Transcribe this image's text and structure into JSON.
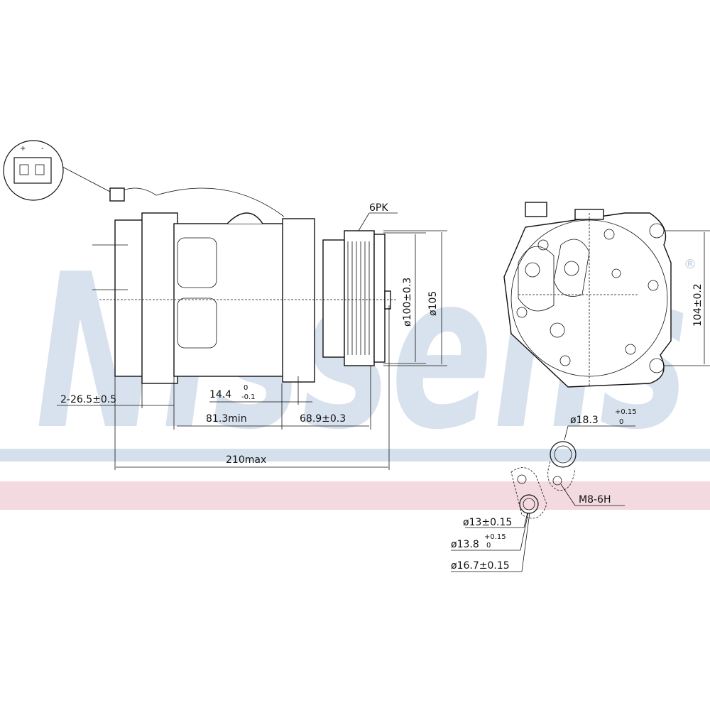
{
  "watermark": {
    "brand": "Nissens",
    "registered": "®",
    "band_color_blue": "#d4e0ec",
    "band_color_pink": "#f3d9e0",
    "text_color": "#d7e2ee"
  },
  "connector": {
    "plus": "+",
    "minus": "-"
  },
  "labels": {
    "belt": "6PK",
    "pulley_diameter": "ø100±0.3",
    "body_diameter": "ø105",
    "mount_spacing": "104±0.2",
    "mount_holes": "2-26.5±0.5",
    "offset": "14.4",
    "offset_tol_upper": "0",
    "offset_tol_lower": "-0.1",
    "body_length": "81.3min",
    "pulley_length": "68.9±0.3",
    "overall_length": "210max",
    "port_large_diameter": "ø18.3",
    "port_large_tol_upper": "+0.15",
    "port_large_tol_lower": "0",
    "thread": "M8-6H",
    "port_small_inner": "ø13±0.15",
    "port_small_mid": "ø13.8",
    "port_small_mid_tol_upper": "+0.15",
    "port_small_mid_tol_lower": "0",
    "port_small_outer": "ø16.7±0.15"
  }
}
